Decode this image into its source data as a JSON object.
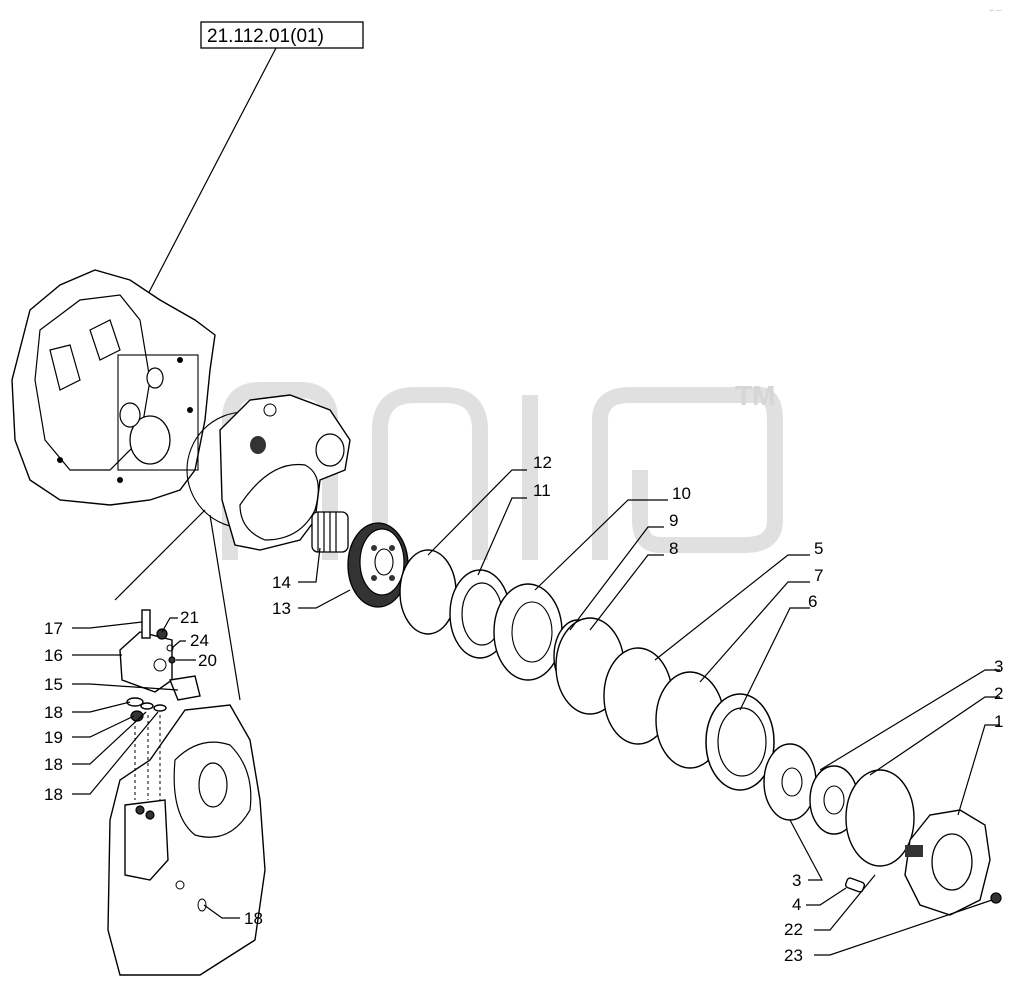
{
  "reference_box": "21.112.01(01)",
  "watermark": "TM",
  "corner_mark": "⌐ ·─",
  "callouts": [
    {
      "id": "c12",
      "text": "12"
    },
    {
      "id": "c11",
      "text": "11"
    },
    {
      "id": "c10",
      "text": "10"
    },
    {
      "id": "c9",
      "text": "9"
    },
    {
      "id": "c8",
      "text": "8"
    },
    {
      "id": "c5",
      "text": "5"
    },
    {
      "id": "c7",
      "text": "7"
    },
    {
      "id": "c6",
      "text": "6"
    },
    {
      "id": "c3a",
      "text": "3"
    },
    {
      "id": "c2",
      "text": "2"
    },
    {
      "id": "c1",
      "text": "1"
    },
    {
      "id": "c3b",
      "text": "3"
    },
    {
      "id": "c4",
      "text": "4"
    },
    {
      "id": "c22",
      "text": "22"
    },
    {
      "id": "c23",
      "text": "23"
    },
    {
      "id": "c14",
      "text": "14"
    },
    {
      "id": "c13",
      "text": "13"
    },
    {
      "id": "c17",
      "text": "17"
    },
    {
      "id": "c21",
      "text": "21"
    },
    {
      "id": "c16",
      "text": "16"
    },
    {
      "id": "c24",
      "text": "24"
    },
    {
      "id": "c20",
      "text": "20"
    },
    {
      "id": "c15",
      "text": "15"
    },
    {
      "id": "c18a",
      "text": "18"
    },
    {
      "id": "c19",
      "text": "19"
    },
    {
      "id": "c18b",
      "text": "18"
    },
    {
      "id": "c18c",
      "text": "18"
    },
    {
      "id": "c18d",
      "text": "18"
    }
  ]
}
